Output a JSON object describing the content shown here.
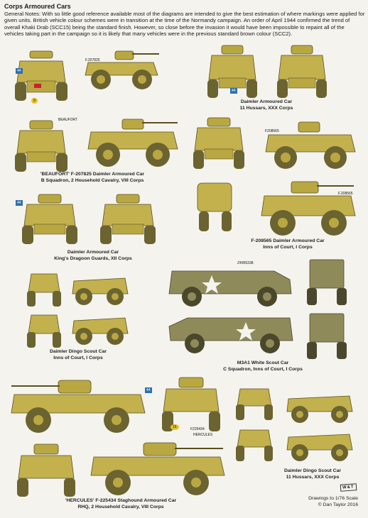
{
  "header": {
    "title": "Corps Armoured Cars",
    "notes": "General Notes:  With so little good reference available most of the diagrams are intended to give the best estimation of where markings were applied for given units.  British vehicle colour schemes were in transition at the time of the Normandy campaign.  An order of April 1944 confirmed the trend of overall Khaki Drab (SCC15) being the standard finish.  However, so close before the invasion it would have been impossible to repaint all of the vehicles taking part in the campaign so it is likely that many vehicles were in the previous standard brown colour (SCC2)."
  },
  "captions": {
    "daimler_11h": [
      "Daimler Armoured Car",
      "11 Hussars, XXX Corps"
    ],
    "beaufort": [
      "'BEAUFORT' F-207825 Daimler Armoured Car",
      "B Squadron, 2 Household Cavalry, VIII Corps"
    ],
    "f208565": [
      "F-208565 Daimler Armoured Car",
      "Inns of Court, I Corps"
    ],
    "daimler_kdg": [
      "Daimler Armoured Car",
      "King's Dragoon Guards, XII Corps"
    ],
    "dingo_ioc": [
      "Daimler Dingo Scout Car",
      "Inns of Court, I Corps"
    ],
    "m3a1": [
      "M3A1 White Scout Car",
      "C Squadron, Inns of Court, I Corps"
    ],
    "hercules": [
      "'HERCULES' F-225434 Staghound Armoured Car",
      "RHQ, 2 Household Cavalry, VIII Corps"
    ],
    "dingo_11h": [
      "Daimler Dingo Scout Car",
      "11 Hussars, XXX Corps"
    ]
  },
  "markings": {
    "serial_207825": "F.207825",
    "beaufort_name": "BEAUFORT",
    "serial_208565": "F208565",
    "serial_208565_b": "F.208565",
    "serial_m3a1": "Z4955338",
    "serial_staghound": "F225434",
    "hercules_name": "HERCULES",
    "unit_44": "44",
    "bridge_9": "9",
    "bridge_15": "15"
  },
  "credit": {
    "line1": "Drawings to 1/76 Scale",
    "line2": "© Dan Taylor 2016",
    "logo": "W&T"
  },
  "colors": {
    "background": "#f4f3ee",
    "khaki_drab": "#b9a742",
    "khaki_light": "#c7b756",
    "khaki_dark": "#8c7d2c",
    "m3a1_olive": "#8f8a5a",
    "sign_blue": "#2f6fb0",
    "sign_green": "#3d8f3a",
    "bridge_yellow": "#e8c12b",
    "stripe_red": "#c8232c"
  }
}
